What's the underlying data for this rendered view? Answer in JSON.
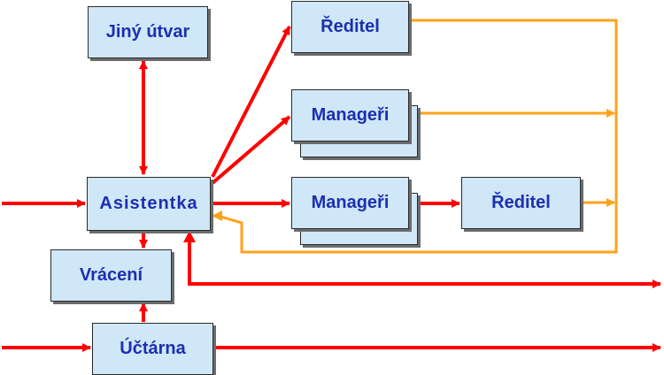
{
  "nodes": {
    "jiny_utvar": "Jiný útvar",
    "reditel_top": "Ředitel",
    "manageri_1": "Manageři",
    "asistentka": "Asistentka",
    "manageri_2": "Manageři",
    "reditel_right": "Ředitel",
    "vraceni": "Vrácení",
    "uctarna": "Účtárna"
  },
  "colors": {
    "box_fill": "#cfe7f7",
    "text": "#1c2fb0",
    "red_arrow": "#ff0000",
    "orange_arrow": "#ffa21a"
  }
}
